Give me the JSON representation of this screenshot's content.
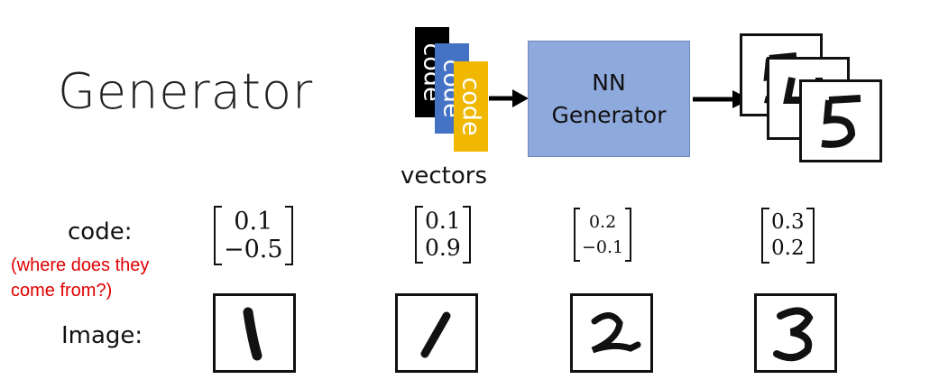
{
  "title": "Generator",
  "pipeline": {
    "code_cards": [
      {
        "label": "code",
        "color": "#000000"
      },
      {
        "label": "code",
        "color": "#4472c4"
      },
      {
        "label": "code",
        "color": "#f0b800"
      }
    ],
    "vectors_label": "vectors",
    "generator_line1": "NN",
    "generator_line2": "Generator",
    "generator_color": "#8ea9db",
    "output_digits": [
      "5",
      "4",
      "5"
    ]
  },
  "code_label": "code:",
  "question_line1": "(where does they",
  "question_line2": "come from?)",
  "question_color": "#e00000",
  "image_label": "Image:",
  "examples": [
    {
      "code": [
        "0.1",
        "−0.5"
      ],
      "digit": "1"
    },
    {
      "code": [
        "0.1",
        "0.9"
      ],
      "digit": "1"
    },
    {
      "code": [
        "0.2",
        "−0.1"
      ],
      "digit": "2"
    },
    {
      "code": [
        "0.3",
        "0.2"
      ],
      "digit": "3"
    }
  ]
}
